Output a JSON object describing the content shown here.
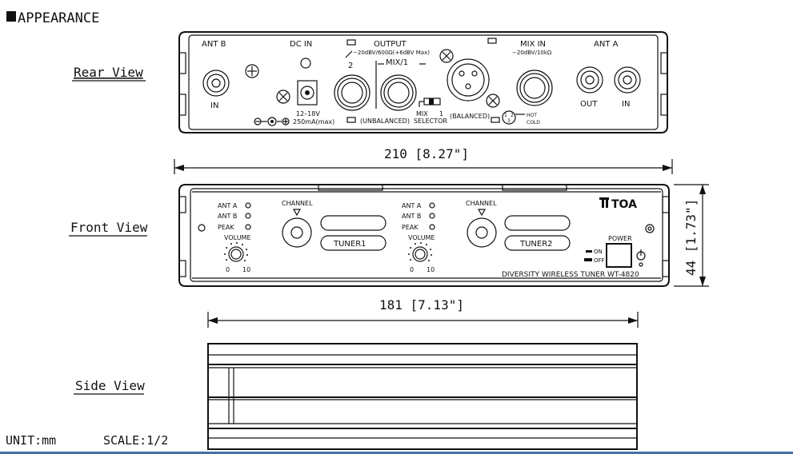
{
  "title": "APPEARANCE",
  "views": {
    "rear": "Rear View",
    "front": "Front View",
    "side": "Side View"
  },
  "footer": {
    "unit": "UNIT:mm",
    "scale": "SCALE:1/2"
  },
  "dimensions": {
    "width_rear": "210 [8.27\"]",
    "width_front": "181 [7.13\"]",
    "height": "44 [1.73\"]"
  },
  "rear_panel": {
    "ant_b": "ANT B",
    "in_left": "IN",
    "dc_in": "DC IN",
    "dc_spec_1": "12–18V",
    "dc_spec_2": "250mA(max)",
    "output": "OUTPUT",
    "output_spec": "−20dBV/600Ω(+6dBV Max)",
    "out_2": "2",
    "mix_1": "MIX/1",
    "unbalanced": "(UNBALANCED)",
    "balanced": "(BALANCED)",
    "selector_mix": "MIX",
    "selector_1": "1",
    "selector": "SELECTOR",
    "mix_in": "MIX IN",
    "mix_in_spec": "−20dBV/10kΩ",
    "ant_a": "ANT A",
    "out_right": "OUT",
    "in_right": "IN",
    "hot": "HOT",
    "cold": "COLD"
  },
  "front_panel": {
    "ant_a": "ANT A",
    "ant_b": "ANT B",
    "peak": "PEAK",
    "volume": "VOLUME",
    "vol_min": "0",
    "vol_max": "10",
    "channel": "CHANNEL",
    "tuner1": "TUNER1",
    "tuner2": "TUNER2",
    "brand": "TOA",
    "power": "POWER",
    "on": "ON",
    "off": "OFF",
    "model": "DIVERSITY WIRELESS TUNER WT-4820"
  },
  "accent": "#4a6fa5"
}
